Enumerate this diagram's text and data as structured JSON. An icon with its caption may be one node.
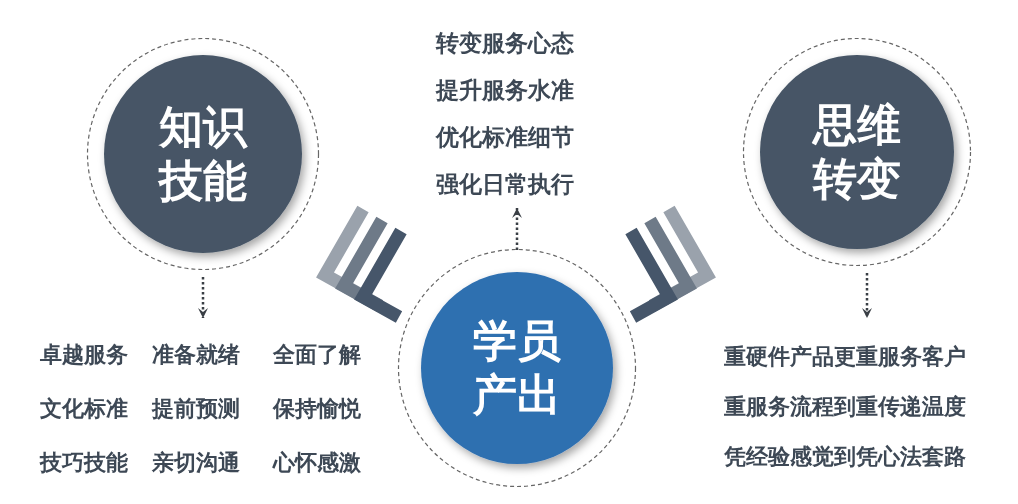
{
  "diagram": {
    "nodes": [
      {
        "text": [
          "知识技能"
        ]
      },
      {
        "text": [
          "学员产出"
        ]
      },
      {
        "text": [
          "思维转变"
        ]
      },
      {
        "text": [
          "卓越服务",
          "准备就绪",
          "全面了解",
          "文化标准",
          "提前预测",
          "保持愉悦",
          "技巧技能",
          "亲切沟通",
          "心怀感激"
        ]
      },
      {
        "text": [
          "转变服务心态",
          "提升服务水准",
          "优化标准细节",
          "强化日常执行"
        ]
      },
      {
        "text": [
          "重硬件产品更重服务客户",
          "重服务流程到重传递温度",
          "凭经验感觉到凭心法套路"
        ]
      }
    ],
    "edges": [
      {
        "from": 0,
        "to": 3,
        "arrow": "to",
        "style": "dashed"
      },
      {
        "from": 1,
        "to": 4,
        "arrow": "to",
        "style": "dashed"
      },
      {
        "from": 2,
        "to": 5,
        "arrow": "to",
        "style": "dashed"
      }
    ]
  }
}
